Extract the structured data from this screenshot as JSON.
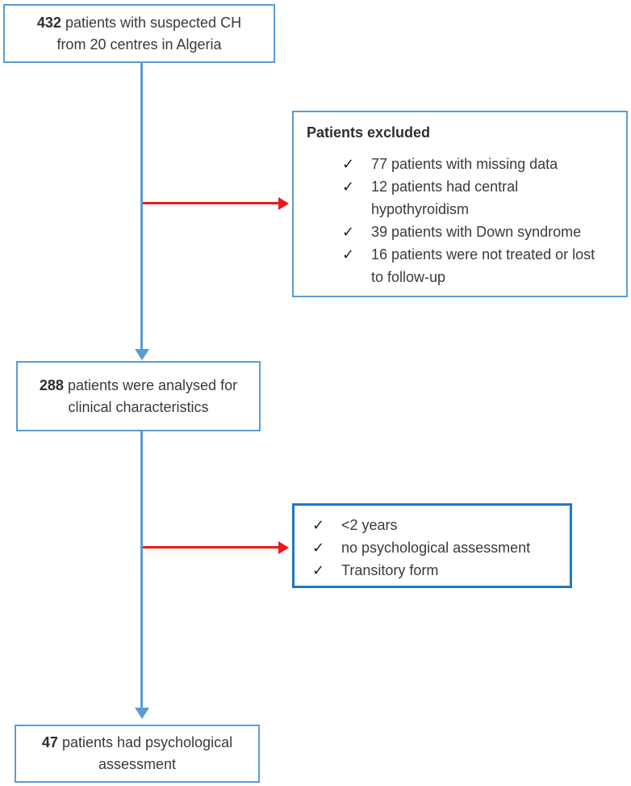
{
  "colors": {
    "box_border_light": "#5B9BD5",
    "box_border_strong": "#2077C9",
    "arrow_blue": "#5B9BD5",
    "arrow_red": "#F01818",
    "text": "#3a3a3a"
  },
  "glyphs": {
    "check": "✓"
  },
  "boxes": {
    "start": {
      "number": "432",
      "line1_rest": " patients with suspected CH",
      "line2": "from 20 centres in Algeria"
    },
    "excluded1": {
      "title": "Patients excluded",
      "items": [
        {
          "line1": "77 patients with missing data",
          "line2": ""
        },
        {
          "line1": "12 patients had central",
          "line2": "hypothyroidism"
        },
        {
          "line1": "39 patients with Down syndrome",
          "line2": ""
        },
        {
          "line1": "16 patients were not treated or lost",
          "line2": "to follow-up"
        }
      ]
    },
    "analysed": {
      "number": "288",
      "line1_rest": " patients were analysed for",
      "line2": "clinical characteristics"
    },
    "excluded2": {
      "items": [
        {
          "line1": "<2 years"
        },
        {
          "line1": "no psychological assessment"
        },
        {
          "line1": "Transitory form"
        }
      ]
    },
    "final": {
      "number": "47",
      "line1_rest": " patients had psychological",
      "line2": "assessment"
    }
  }
}
